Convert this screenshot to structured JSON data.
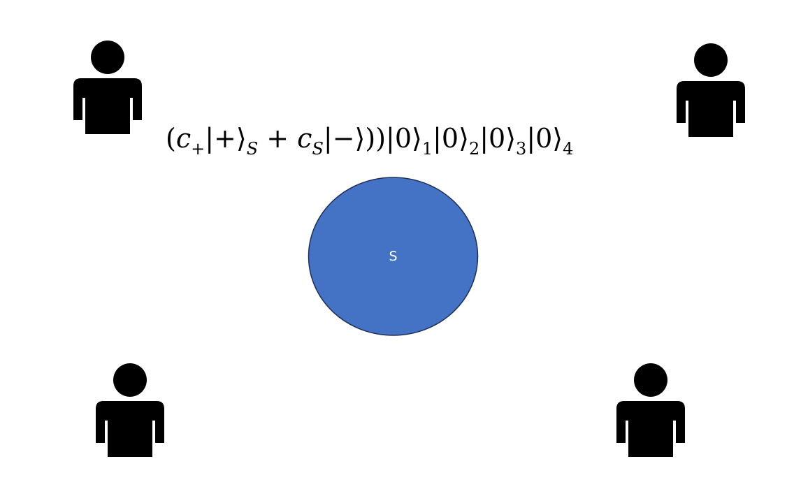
{
  "equation": {
    "open_paren": "(",
    "c_plus": "c",
    "c_plus_sub": "+",
    "ket_plus": "|+⟩",
    "ket_plus_sub": "S",
    "plus_op": " + ",
    "c_s": "c",
    "c_s_sub": "S",
    "ket_minus": "|−⟩)",
    "ket_0_1": ")|0⟩",
    "sub_1": "1",
    "ket_0_2": "|0⟩",
    "sub_2": "2",
    "ket_0_3": "|0⟩",
    "sub_3": "3",
    "ket_0_4": "|0⟩",
    "sub_4": "4"
  },
  "source": {
    "label": "S",
    "fill_color": "#4472C4",
    "stroke_color": "#1F2F55"
  },
  "people": [
    {
      "icon": "person-icon"
    },
    {
      "icon": "person-icon"
    },
    {
      "icon": "person-icon"
    },
    {
      "icon": "person-icon"
    }
  ]
}
